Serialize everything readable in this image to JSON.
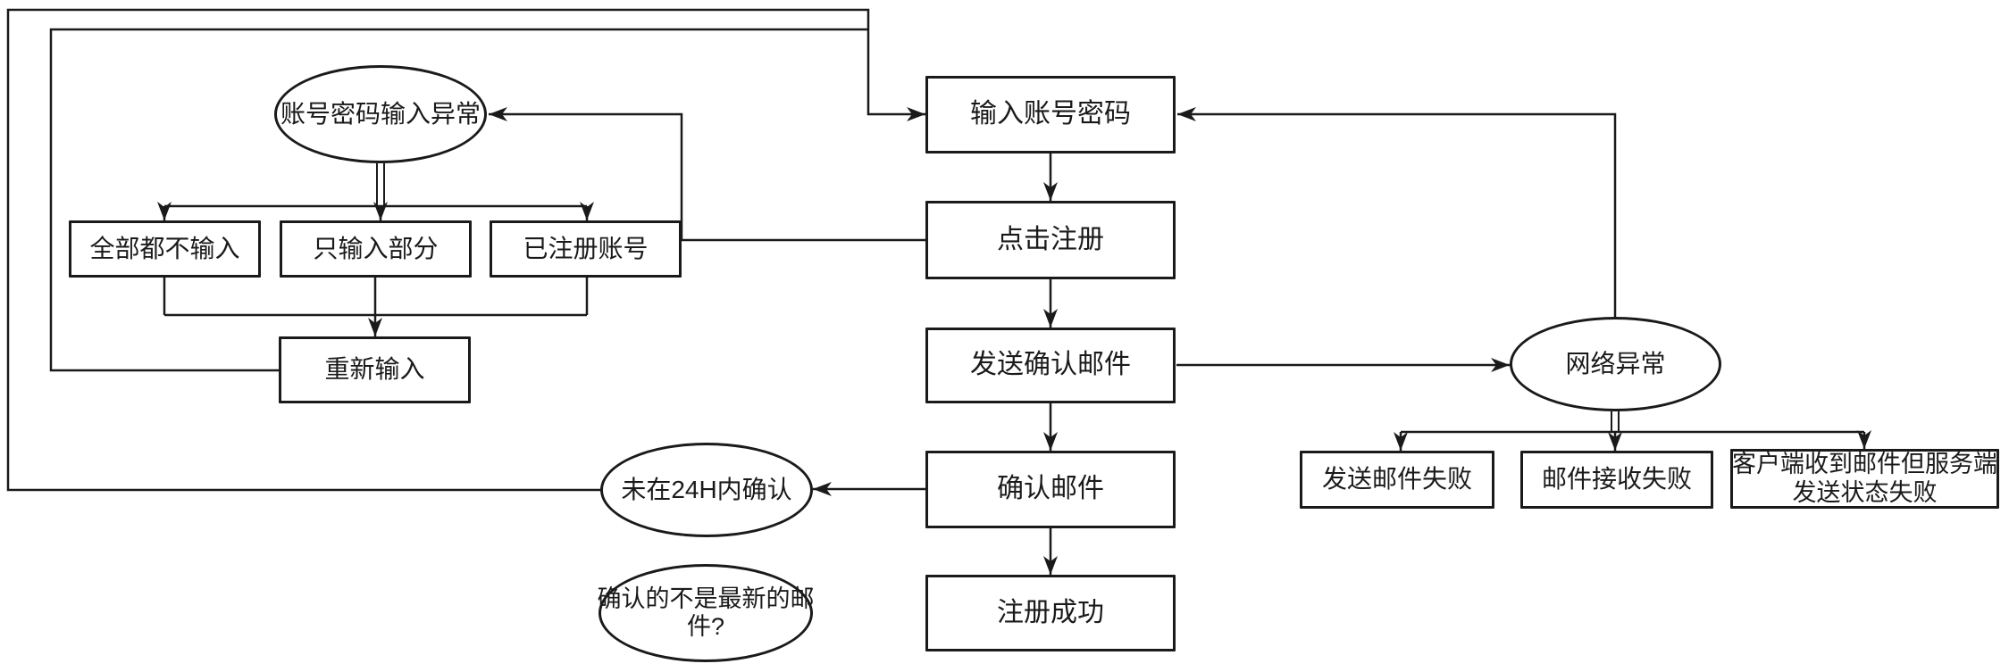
{
  "diagram": {
    "type": "flowchart",
    "colors": {
      "stroke": "#1a1a1a",
      "background": "#ffffff"
    },
    "nodes": {
      "input_credentials": "输入账号密码",
      "click_register": "点击注册",
      "send_confirm_email": "发送确认邮件",
      "confirm_email": "确认邮件",
      "register_success": "注册成功",
      "credential_error": "账号密码输入异常",
      "none_entered": "全部都不输入",
      "partial_entered": "只输入部分",
      "already_registered": "已注册账号",
      "reenter": "重新输入",
      "not_confirmed_24h": "未在24H内确认",
      "not_latest": {
        "line1": "确认的不是最新的邮",
        "line2": "件?"
      },
      "network_error": "网络异常",
      "send_email_fail": "发送邮件失败",
      "email_receive_fail": "邮件接收失败",
      "client_received": {
        "line1": "客户端收到邮件但服务端",
        "line2": "发送状态失败"
      }
    }
  }
}
